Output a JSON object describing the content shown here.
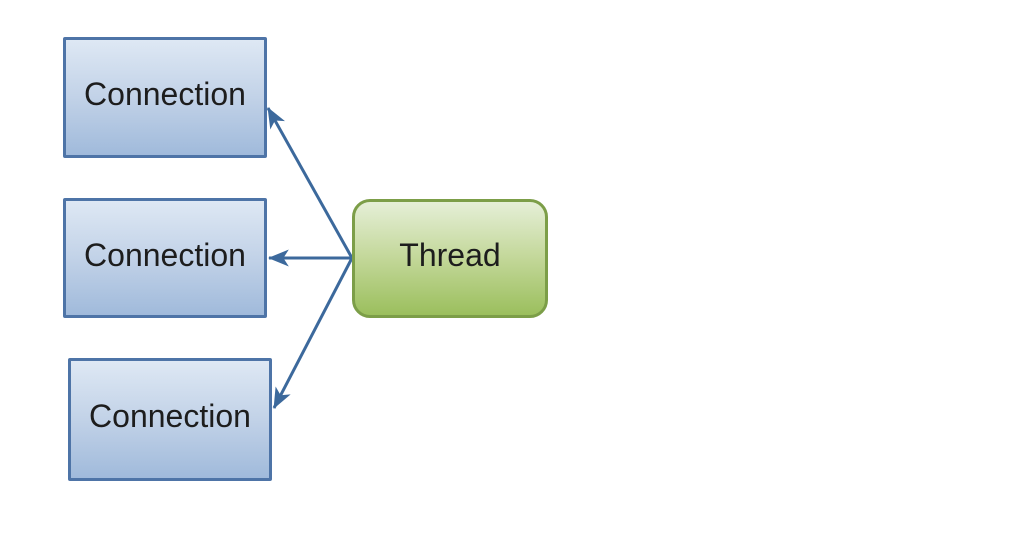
{
  "diagram": {
    "nodes": [
      {
        "id": "connection-1",
        "label": "Connection",
        "type": "connection"
      },
      {
        "id": "connection-2",
        "label": "Connection",
        "type": "connection"
      },
      {
        "id": "connection-3",
        "label": "Connection",
        "type": "connection"
      },
      {
        "id": "thread",
        "label": "Thread",
        "type": "thread"
      }
    ],
    "edges": [
      {
        "from": "thread",
        "to": "connection-1"
      },
      {
        "from": "thread",
        "to": "connection-2"
      },
      {
        "from": "thread",
        "to": "connection-3"
      }
    ],
    "colors": {
      "connection_fill_top": "#dee8f4",
      "connection_fill_bottom": "#a0badb",
      "connection_border": "#4e74a7",
      "thread_fill_top": "#e5efd7",
      "thread_fill_bottom": "#9bbf5d",
      "thread_border": "#7c9e48",
      "arrow": "#3c699c",
      "text": "#1d1d1d",
      "background": "#ffffff"
    }
  }
}
